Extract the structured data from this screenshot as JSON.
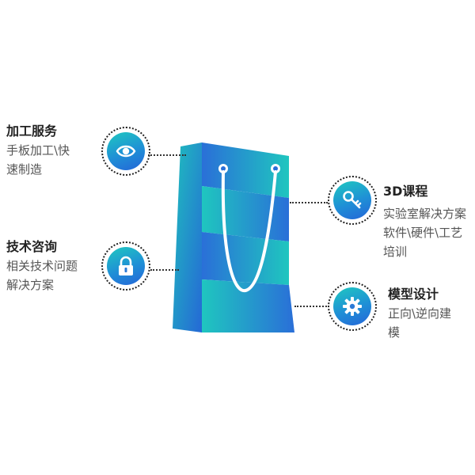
{
  "services": [
    {
      "title": "加工服务",
      "lines": [
        "手板加工\\快",
        "速制造"
      ],
      "icon": "eye-icon"
    },
    {
      "title": "技术咨询",
      "lines": [
        "相关技术问题",
        "解决方案"
      ],
      "icon": "lock-icon"
    },
    {
      "title": "3D课程",
      "lines": [
        "实验室解决方案",
        "软件\\硬件\\工艺",
        "培训"
      ],
      "icon": "key-icon"
    },
    {
      "title": "模型设计",
      "lines": [
        "正向\\逆向建",
        "模"
      ],
      "icon": "gear-icon"
    }
  ],
  "colors": {
    "accent_teal": "#1fc8c0",
    "accent_blue": "#2465d8"
  }
}
